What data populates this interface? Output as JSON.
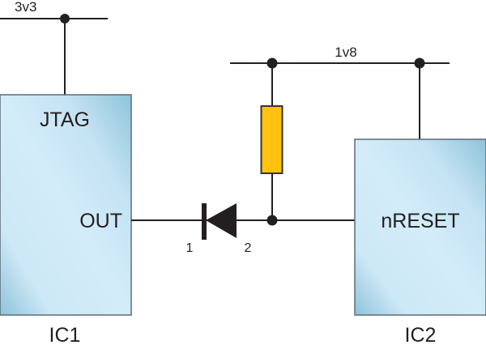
{
  "diagram": {
    "type": "circuit-schematic",
    "nets": {
      "rail_3v3": "3v3",
      "rail_1v8": "1v8"
    },
    "components": {
      "ic1": {
        "name": "IC1",
        "function_label": "JTAG",
        "pin_label": "OUT"
      },
      "ic2": {
        "name": "IC2",
        "pin_label": "nRESET"
      },
      "diode": {
        "pin1": "1",
        "pin2": "2"
      },
      "resistor": {
        "role": "pull-up to 1v8"
      }
    },
    "colors": {
      "wire": "#231f20",
      "resistor_fill": "#ffc20e",
      "ic_fill_light": "#d3ecf9",
      "ic_fill_dark": "#8fc3da"
    }
  }
}
